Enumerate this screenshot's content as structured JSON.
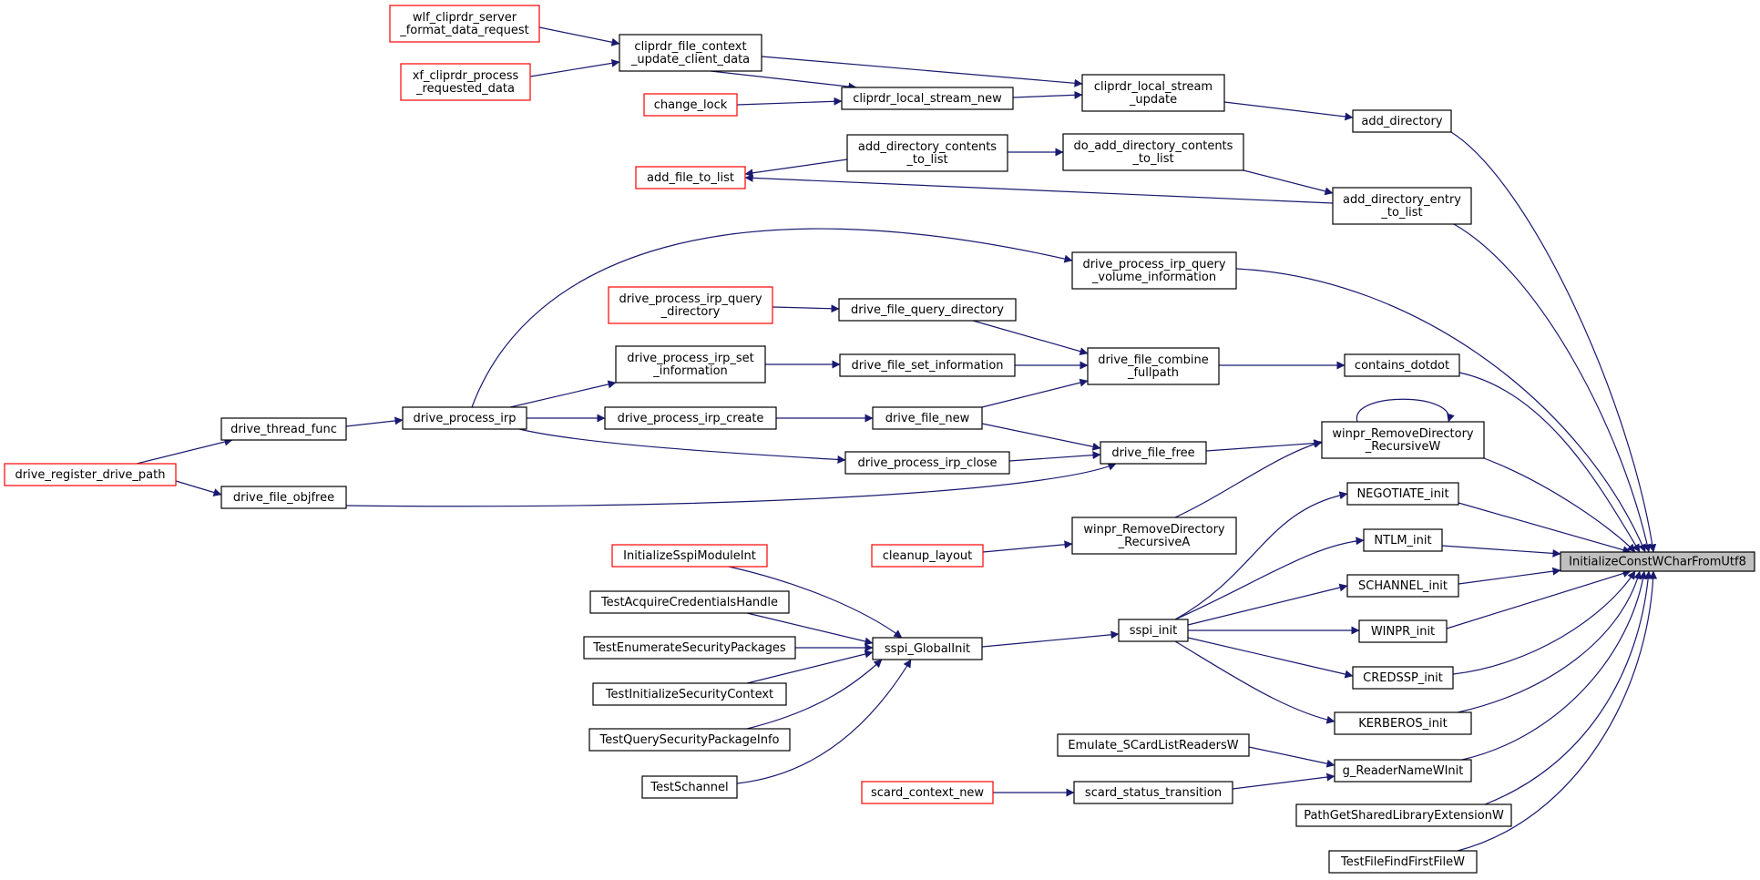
{
  "diagram": {
    "colors": {
      "edge": "#191970",
      "truncated_border": "#ff0000",
      "root_fill": "#bfbfbf"
    },
    "nodes": [
      {
        "id": "root",
        "lines": [
          "InitializeConstWCharFromUtf8"
        ],
        "root": true
      },
      {
        "id": "add_directory",
        "lines": [
          "add_directory"
        ]
      },
      {
        "id": "add_directory_entry",
        "lines": [
          "add_directory_entry",
          "_to_list"
        ]
      },
      {
        "id": "dpiqvi",
        "lines": [
          "drive_process_irp_query",
          "_volume_information"
        ]
      },
      {
        "id": "contains_dotdot",
        "lines": [
          "contains_dotdot"
        ]
      },
      {
        "id": "winpr_rdw",
        "lines": [
          "winpr_RemoveDirectory",
          "_RecursiveW"
        ]
      },
      {
        "id": "negotiate",
        "lines": [
          "NEGOTIATE_init"
        ]
      },
      {
        "id": "ntlm",
        "lines": [
          "NTLM_init"
        ]
      },
      {
        "id": "schannel",
        "lines": [
          "SCHANNEL_init"
        ]
      },
      {
        "id": "winpr_init",
        "lines": [
          "WINPR_init"
        ]
      },
      {
        "id": "credssp",
        "lines": [
          "CREDSSP_init"
        ]
      },
      {
        "id": "kerberos",
        "lines": [
          "KERBEROS_init"
        ]
      },
      {
        "id": "g_reader",
        "lines": [
          "g_ReaderNameWInit"
        ]
      },
      {
        "id": "pathget",
        "lines": [
          "PathGetSharedLibraryExtensionW"
        ]
      },
      {
        "id": "testffff",
        "lines": [
          "TestFileFindFirstFileW"
        ]
      },
      {
        "id": "cls_update",
        "lines": [
          "cliprdr_local_stream",
          "_update"
        ]
      },
      {
        "id": "dadctl",
        "lines": [
          "do_add_directory_contents",
          "_to_list"
        ]
      },
      {
        "id": "dfcf",
        "lines": [
          "drive_file_combine",
          "_fullpath"
        ]
      },
      {
        "id": "dff",
        "lines": [
          "drive_file_free"
        ]
      },
      {
        "id": "winpr_rda",
        "lines": [
          "winpr_RemoveDirectory",
          "_RecursiveA"
        ]
      },
      {
        "id": "sspi_init",
        "lines": [
          "sspi_init"
        ]
      },
      {
        "id": "emulate",
        "lines": [
          "Emulate_SCardListReadersW"
        ]
      },
      {
        "id": "scard_status",
        "lines": [
          "scard_status_transition"
        ]
      },
      {
        "id": "cfcucd",
        "lines": [
          "cliprdr_file_context",
          "_update_client_data"
        ]
      },
      {
        "id": "cls_new",
        "lines": [
          "cliprdr_local_stream_new"
        ]
      },
      {
        "id": "adctl",
        "lines": [
          "add_directory_contents",
          "_to_list"
        ]
      },
      {
        "id": "dfqd",
        "lines": [
          "drive_file_query_directory"
        ]
      },
      {
        "id": "dfsi",
        "lines": [
          "drive_file_set_information"
        ]
      },
      {
        "id": "dfn",
        "lines": [
          "drive_file_new"
        ]
      },
      {
        "id": "dpic",
        "lines": [
          "drive_process_irp_close"
        ]
      },
      {
        "id": "cleanup",
        "lines": [
          "cleanup_layout"
        ],
        "truncated": true
      },
      {
        "id": "sspi_global",
        "lines": [
          "sspi_GlobalInit"
        ]
      },
      {
        "id": "scard_ctx",
        "lines": [
          "scard_context_new"
        ],
        "truncated": true
      },
      {
        "id": "wlf",
        "lines": [
          "wlf_cliprdr_server",
          "_format_data_request"
        ],
        "truncated": true
      },
      {
        "id": "xf",
        "lines": [
          "xf_cliprdr_process",
          "_requested_data"
        ],
        "truncated": true
      },
      {
        "id": "change_lock",
        "lines": [
          "change_lock"
        ],
        "truncated": true
      },
      {
        "id": "add_file",
        "lines": [
          "add_file_to_list"
        ],
        "truncated": true
      },
      {
        "id": "dpiqd",
        "lines": [
          "drive_process_irp_query",
          "_directory"
        ],
        "truncated": true
      },
      {
        "id": "dpisi",
        "lines": [
          "drive_process_irp_set",
          "_information"
        ]
      },
      {
        "id": "dpicreate",
        "lines": [
          "drive_process_irp_create"
        ]
      },
      {
        "id": "dpi",
        "lines": [
          "drive_process_irp"
        ]
      },
      {
        "id": "dtf",
        "lines": [
          "drive_thread_func"
        ]
      },
      {
        "id": "dfo",
        "lines": [
          "drive_file_objfree"
        ]
      },
      {
        "id": "drdp",
        "lines": [
          "drive_register_drive_path"
        ],
        "truncated": true
      },
      {
        "id": "isspi",
        "lines": [
          "InitializeSspiModuleInt"
        ],
        "truncated": true
      },
      {
        "id": "tach",
        "lines": [
          "TestAcquireCredentialsHandle"
        ]
      },
      {
        "id": "tesp",
        "lines": [
          "TestEnumerateSecurityPackages"
        ]
      },
      {
        "id": "tisc",
        "lines": [
          "TestInitializeSecurityContext"
        ]
      },
      {
        "id": "tqspi",
        "lines": [
          "TestQuerySecurityPackageInfo"
        ]
      },
      {
        "id": "tschannel",
        "lines": [
          "TestSchannel"
        ]
      }
    ],
    "edges": [
      [
        "add_directory",
        "root"
      ],
      [
        "add_directory_entry",
        "root"
      ],
      [
        "dpiqvi",
        "root"
      ],
      [
        "contains_dotdot",
        "root"
      ],
      [
        "winpr_rdw",
        "root"
      ],
      [
        "negotiate",
        "root"
      ],
      [
        "ntlm",
        "root"
      ],
      [
        "schannel",
        "root"
      ],
      [
        "winpr_init",
        "root"
      ],
      [
        "credssp",
        "root"
      ],
      [
        "kerberos",
        "root"
      ],
      [
        "g_reader",
        "root"
      ],
      [
        "pathget",
        "root"
      ],
      [
        "testffff",
        "root"
      ],
      [
        "cls_update",
        "add_directory"
      ],
      [
        "dadctl",
        "add_directory_entry"
      ],
      [
        "dfcf",
        "contains_dotdot"
      ],
      [
        "winpr_rdw",
        "winpr_rdw"
      ],
      [
        "dff",
        "winpr_rdw"
      ],
      [
        "winpr_rda",
        "winpr_rdw"
      ],
      [
        "sspi_init",
        "negotiate"
      ],
      [
        "sspi_init",
        "ntlm"
      ],
      [
        "sspi_init",
        "schannel"
      ],
      [
        "sspi_init",
        "winpr_init"
      ],
      [
        "sspi_init",
        "credssp"
      ],
      [
        "sspi_init",
        "kerberos"
      ],
      [
        "emulate",
        "g_reader"
      ],
      [
        "scard_status",
        "g_reader"
      ],
      [
        "cfcucd",
        "cls_update"
      ],
      [
        "cls_new",
        "cls_update"
      ],
      [
        "adctl",
        "dadctl"
      ],
      [
        "add_directory_entry",
        "add_file"
      ],
      [
        "dfqd",
        "dfcf"
      ],
      [
        "dfsi",
        "dfcf"
      ],
      [
        "dfn",
        "dfcf"
      ],
      [
        "dfn",
        "dff"
      ],
      [
        "dpic",
        "dff"
      ],
      [
        "dfo",
        "dff"
      ],
      [
        "cleanup",
        "winpr_rda"
      ],
      [
        "sspi_global",
        "sspi_init"
      ],
      [
        "scard_ctx",
        "scard_status"
      ],
      [
        "wlf",
        "cfcucd"
      ],
      [
        "xf",
        "cfcucd"
      ],
      [
        "cfcucd",
        "cls_new"
      ],
      [
        "change_lock",
        "cls_new"
      ],
      [
        "adctl",
        "add_file"
      ],
      [
        "dpiqd",
        "dfqd"
      ],
      [
        "dpisi",
        "dfsi"
      ],
      [
        "dpicreate",
        "dfn"
      ],
      [
        "dpi",
        "dpic"
      ],
      [
        "dpi",
        "dpiqvi"
      ],
      [
        "dpi",
        "dpisi"
      ],
      [
        "dpi",
        "dpicreate"
      ],
      [
        "dtf",
        "dpi"
      ],
      [
        "drdp",
        "dtf"
      ],
      [
        "drdp",
        "dfo"
      ],
      [
        "isspi",
        "sspi_global"
      ],
      [
        "tach",
        "sspi_global"
      ],
      [
        "tesp",
        "sspi_global"
      ],
      [
        "tisc",
        "sspi_global"
      ],
      [
        "tqspi",
        "sspi_global"
      ],
      [
        "tschannel",
        "sspi_global"
      ]
    ]
  }
}
